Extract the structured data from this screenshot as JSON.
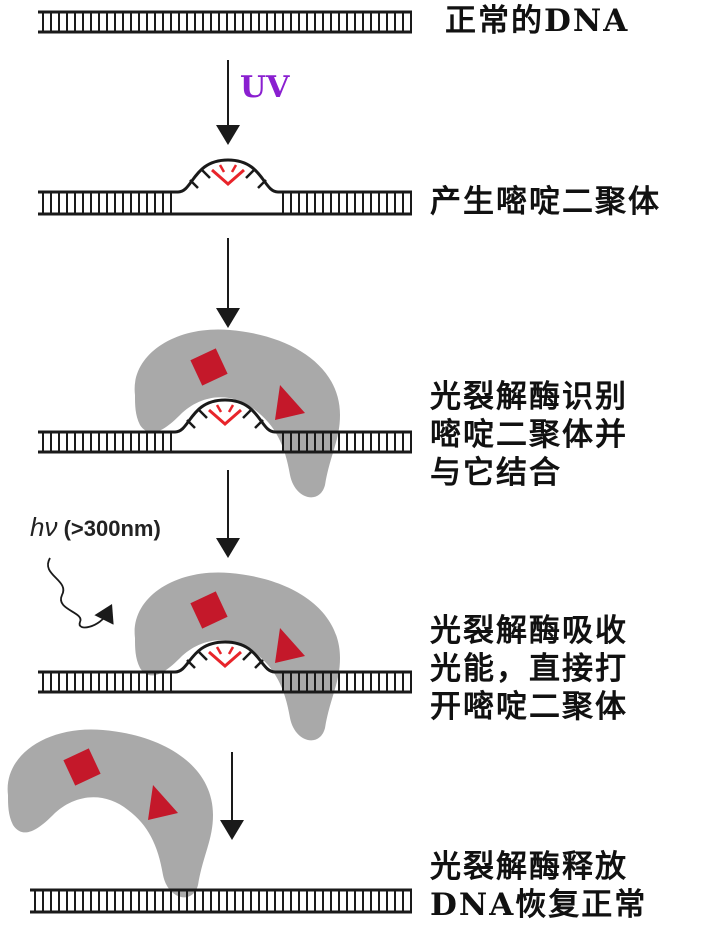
{
  "uv_label": "UV",
  "light": {
    "symbol": "hν",
    "wavelength": "(>300nm)"
  },
  "steps": [
    {
      "lines": [
        "正常的DNA"
      ]
    },
    {
      "lines": [
        "产生嘧啶二聚体"
      ]
    },
    {
      "lines": [
        "光裂解酶识别",
        "嘧啶二聚体并",
        "与它结合"
      ]
    },
    {
      "lines": [
        "光裂解酶吸收",
        "光能，直接打",
        "开嘧啶二聚体"
      ]
    },
    {
      "lines": [
        "光裂解酶释放",
        "DNA恢复正常"
      ]
    }
  ],
  "colors": {
    "dna": "#1a1a1a",
    "dimer": "#e8242a",
    "enzyme": "#a9a9a9",
    "enzyme_marks": "#c4182a",
    "uv_text": "#8a1fd0"
  }
}
